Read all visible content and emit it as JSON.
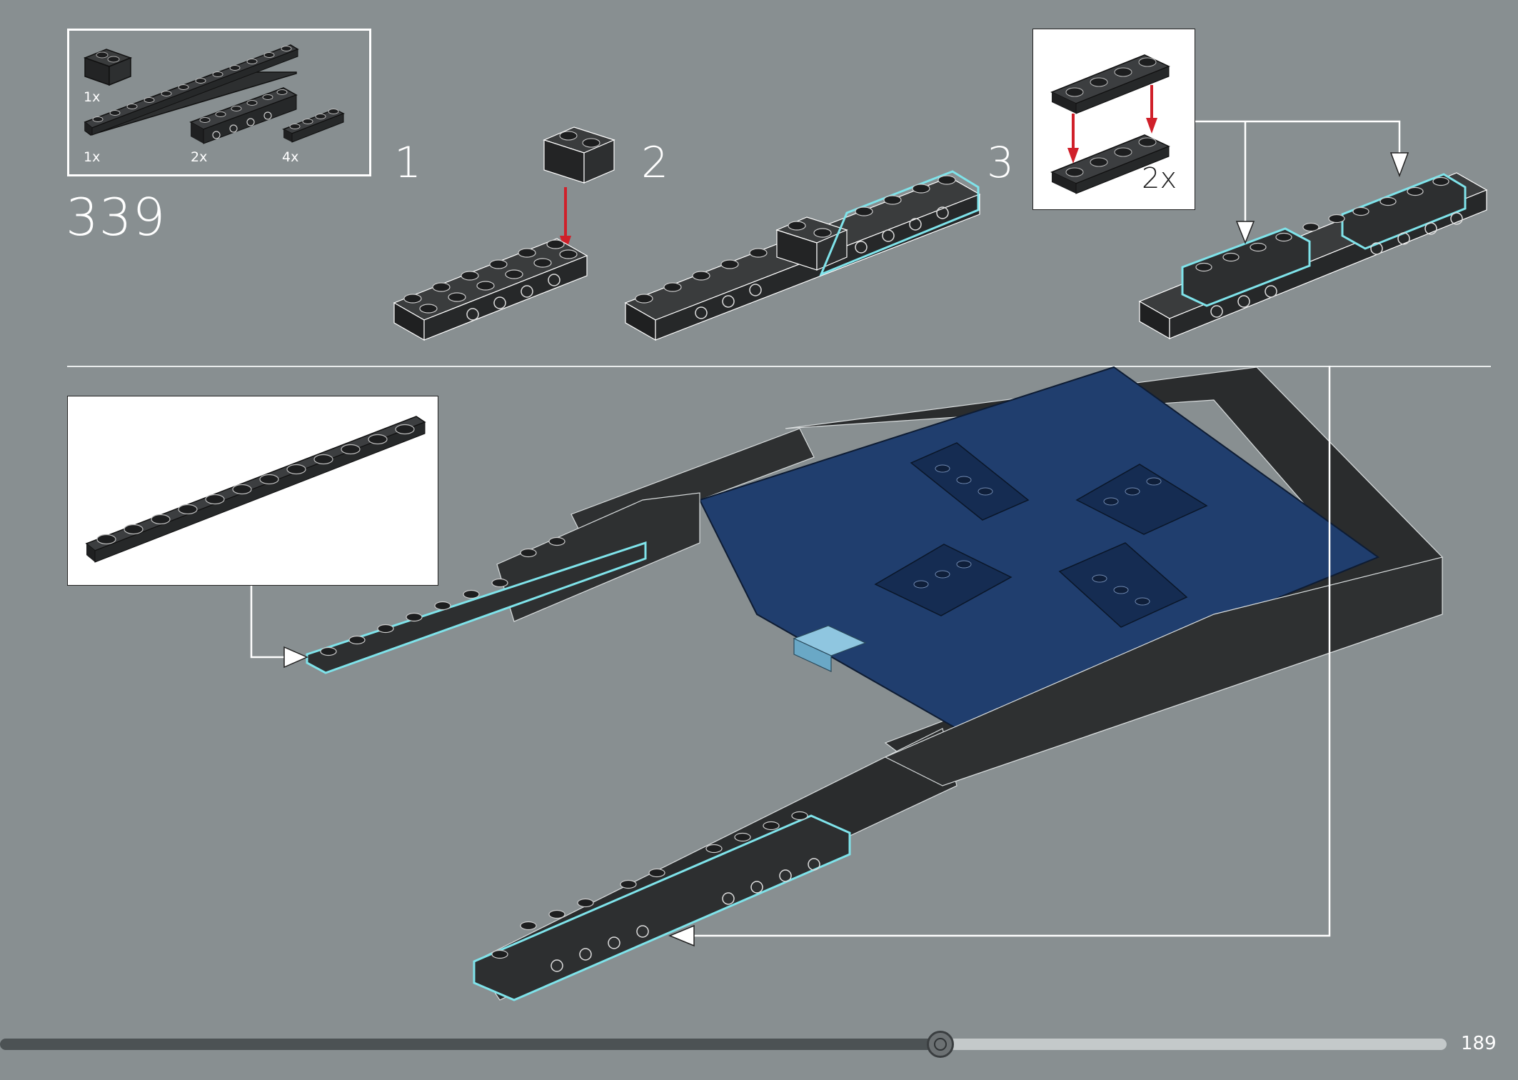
{
  "step": {
    "number": "339",
    "substeps": [
      "1",
      "2",
      "3"
    ]
  },
  "parts_callout": {
    "quantities": [
      "1x",
      "1x",
      "2x",
      "4x"
    ]
  },
  "substep3_inset": {
    "multiplier": "2x"
  },
  "footer": {
    "page_number": "189",
    "progress": 0.65
  },
  "colors": {
    "background": "#888f91",
    "dark_bluish_gray_brick": "#2d2f30",
    "dark_blue_plate": "#203e6e",
    "highlight_cyan": "#7fe3ea",
    "arrow_red": "#d0202a",
    "medium_azure": "#8fc6e0"
  },
  "icons": [
    "1x2-brick-icon",
    "1x12-plate-icon",
    "1x6-plate-with-studs-on-side-icon",
    "1x4-plate-with-studs-on-side-icon",
    "1x4-plate-icon",
    "1x12-plate-icon"
  ]
}
